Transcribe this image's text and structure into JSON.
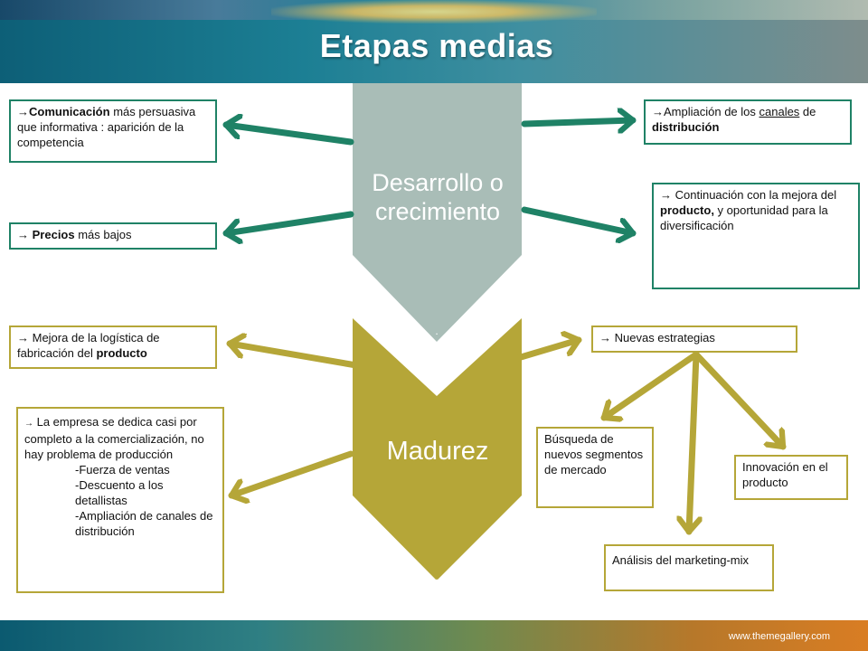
{
  "title": "Etapas medias",
  "footer_url": "www.themegallery.com",
  "colors": {
    "teal": "#1f8266",
    "olive": "#b5a638",
    "chevron_top": "#a9bdb7",
    "chevron_bottom": "#b5a638"
  },
  "stages": {
    "growth_label": "Desarrollo o crecimiento",
    "growth_dot": ".",
    "maturity_label": "Madurez",
    "maturity_dot": "."
  },
  "boxes": {
    "comunicacion": {
      "bold": "Comunicación",
      "rest": " más persuasiva que informativa : aparición de la competencia"
    },
    "precios": {
      "bold": "Precios",
      "rest": " más bajos"
    },
    "canales": {
      "pre": "Ampliación de los ",
      "link": "canales",
      "mid": " de ",
      "bold": "distribución"
    },
    "continuacion": {
      "pre": " Continuación con la mejora del ",
      "bold": "producto,",
      "rest": " y oportunidad para la diversificación"
    },
    "logistica": {
      "pre": " Mejora de la logística de fabricación del ",
      "bold": "producto"
    },
    "empresa": {
      "text": " La empresa se dedica casi por completo a la comercialización, no hay problema de producción",
      "items": [
        "-Fuerza de ventas",
        "-Descuento a los detallistas",
        "-Ampliación de canales de distribución"
      ]
    },
    "nuevas": " Nuevas estrategias",
    "busqueda": "Búsqueda de nuevos segmentos de mercado",
    "analisis": "Análisis del marketing-mix",
    "innovacion": "Innovación en el producto",
    "arrow": "→"
  }
}
